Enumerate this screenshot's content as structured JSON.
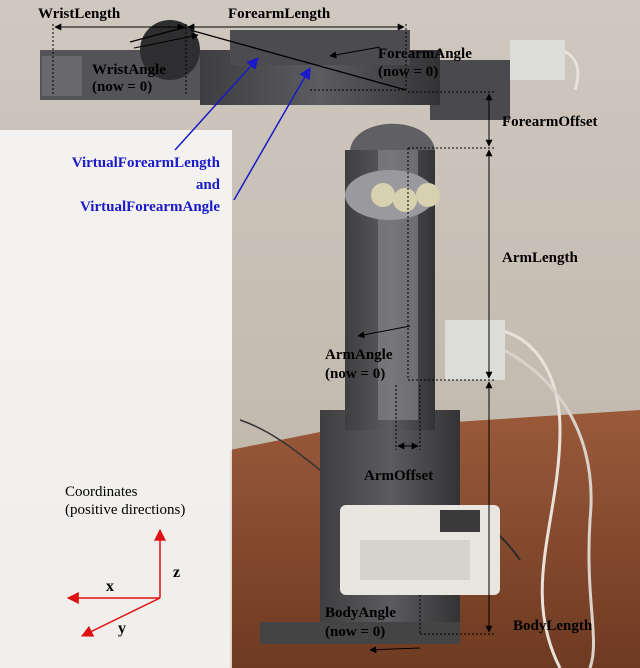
{
  "labels": {
    "wrist_length": "WristLength",
    "forearm_length": "ForearmLength",
    "wrist_angle": "WristAngle",
    "wrist_angle_note": "(now = 0)",
    "forearm_angle": "ForearmAngle",
    "forearm_angle_note": "(now = 0)",
    "forearm_offset": "ForearmOffset",
    "virtual_line1": "VirtualForearmLength",
    "virtual_line2": "and",
    "virtual_line3": "VirtualForearmAngle",
    "arm_length": "ArmLength",
    "arm_angle": "ArmAngle",
    "arm_angle_note": "(now = 0)",
    "arm_offset": "ArmOffset",
    "body_angle": "BodyAngle",
    "body_angle_note": "(now = 0)",
    "body_length": "BodyLength"
  },
  "coordinates": {
    "title_line1": "Coordinates",
    "title_line2": "(positive directions)",
    "x": "x",
    "y": "y",
    "z": "z"
  },
  "colors": {
    "virtual_arrow": "#1a1ac8",
    "axis_arrow": "#e01010",
    "panel": "#ffffff"
  }
}
